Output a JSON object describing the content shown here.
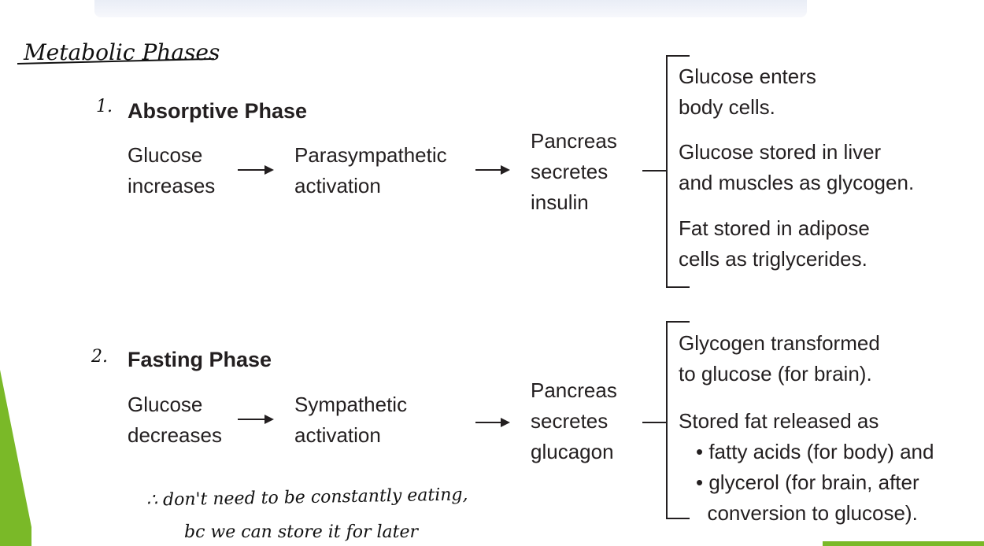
{
  "title": "Metabolic Phases",
  "absorptive": {
    "number": "1.",
    "heading": "Absorptive Phase",
    "step1": [
      "Glucose",
      "increases"
    ],
    "step2": [
      "Parasympathetic",
      "activation"
    ],
    "step3": [
      "Pancreas",
      "secretes",
      "insulin"
    ],
    "results": [
      [
        "Glucose enters",
        "body cells."
      ],
      [
        "Glucose stored in liver",
        "and muscles as glycogen."
      ],
      [
        "Fat stored in adipose",
        "cells as triglycerides."
      ]
    ]
  },
  "fasting": {
    "number": "2.",
    "heading": "Fasting Phase",
    "step1": [
      "Glucose",
      "decreases"
    ],
    "step2": [
      "Sympathetic",
      "activation"
    ],
    "step3": [
      "Pancreas",
      "secretes",
      "glucagon"
    ],
    "results": [
      [
        "Glycogen transformed",
        "to glucose (for brain)."
      ],
      [
        "Stored fat released as",
        "• fatty acids (for body) and",
        "• glycerol (for brain, after",
        "  conversion to glucose)."
      ]
    ]
  },
  "notes": {
    "line1": "∴ don't need to be constantly eating,",
    "line2": "bc we can store it for later"
  },
  "colors": {
    "accent": "#7ab928",
    "text": "#231f20"
  }
}
